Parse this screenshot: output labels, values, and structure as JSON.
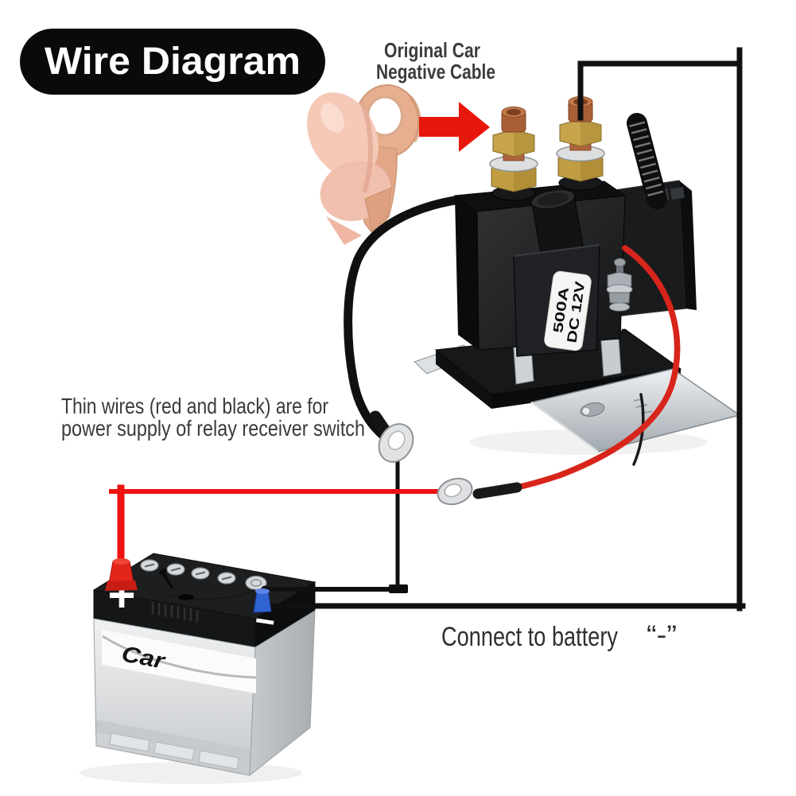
{
  "title": {
    "label": "Wire Diagram"
  },
  "notes": {
    "negative_cable": {
      "line1": "Original Car",
      "line2": "Negative Cable"
    },
    "thin_wires": {
      "line1": "Thin wires (red and black) are for",
      "line2": "power supply of relay receiver switch"
    },
    "connect_battery": {
      "label": "Connect to battery",
      "terminal": "“-”"
    }
  },
  "relay": {
    "rating_line1": "500A",
    "rating_line2": "DC 12V"
  },
  "battery": {
    "brand": "Car",
    "positive_symbol": "+",
    "negative_symbol": "−"
  },
  "icons": {
    "arrow": "red-arrow-right",
    "ring_terminals": "silver-ring-lug",
    "original_cable": "copper-ring-lug-held-by-finger"
  },
  "colors": {
    "accent_red": "#e8170e",
    "wire_red": "#d8251b",
    "thin_red": "#ee1111",
    "wire_black": "#101010",
    "battery_blue": "#2f63d4",
    "brass": "#c4a04a",
    "copper": "#b06538",
    "silver": "#d7dbde",
    "text_dark": "#3a3a3a"
  }
}
